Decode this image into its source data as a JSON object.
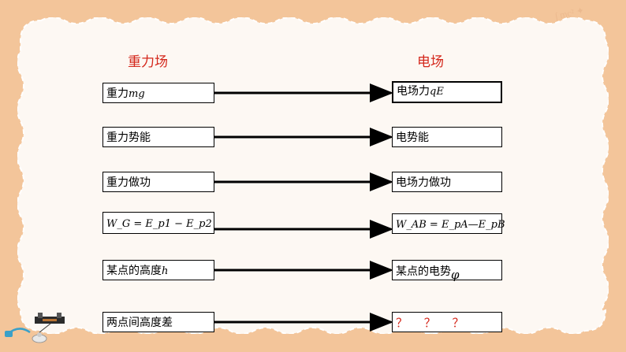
{
  "headings": {
    "left": "重力场",
    "right": "电场"
  },
  "rows": [
    {
      "left": "重力",
      "left_math": "mg",
      "right": "电场力",
      "right_math": "qE"
    },
    {
      "left": "重力势能",
      "right": "电势能"
    },
    {
      "left": "重力做功",
      "right": "电场力做功"
    },
    {
      "left_math": "W_G =  E_p1 − E_p2",
      "right_math": "W_AB =  E_pA—E_pB"
    },
    {
      "left": "某点的高度",
      "left_math": "h",
      "right": "某点的电势",
      "right_math": "φ"
    },
    {
      "left": "两点间高度差",
      "right_question": "？ ？ ？"
    }
  ],
  "colors": {
    "background": "#f3c59a",
    "heading": "#d4271b",
    "card": "#fdf8f3"
  },
  "icons": [
    "circuit-apparatus-icon"
  ]
}
